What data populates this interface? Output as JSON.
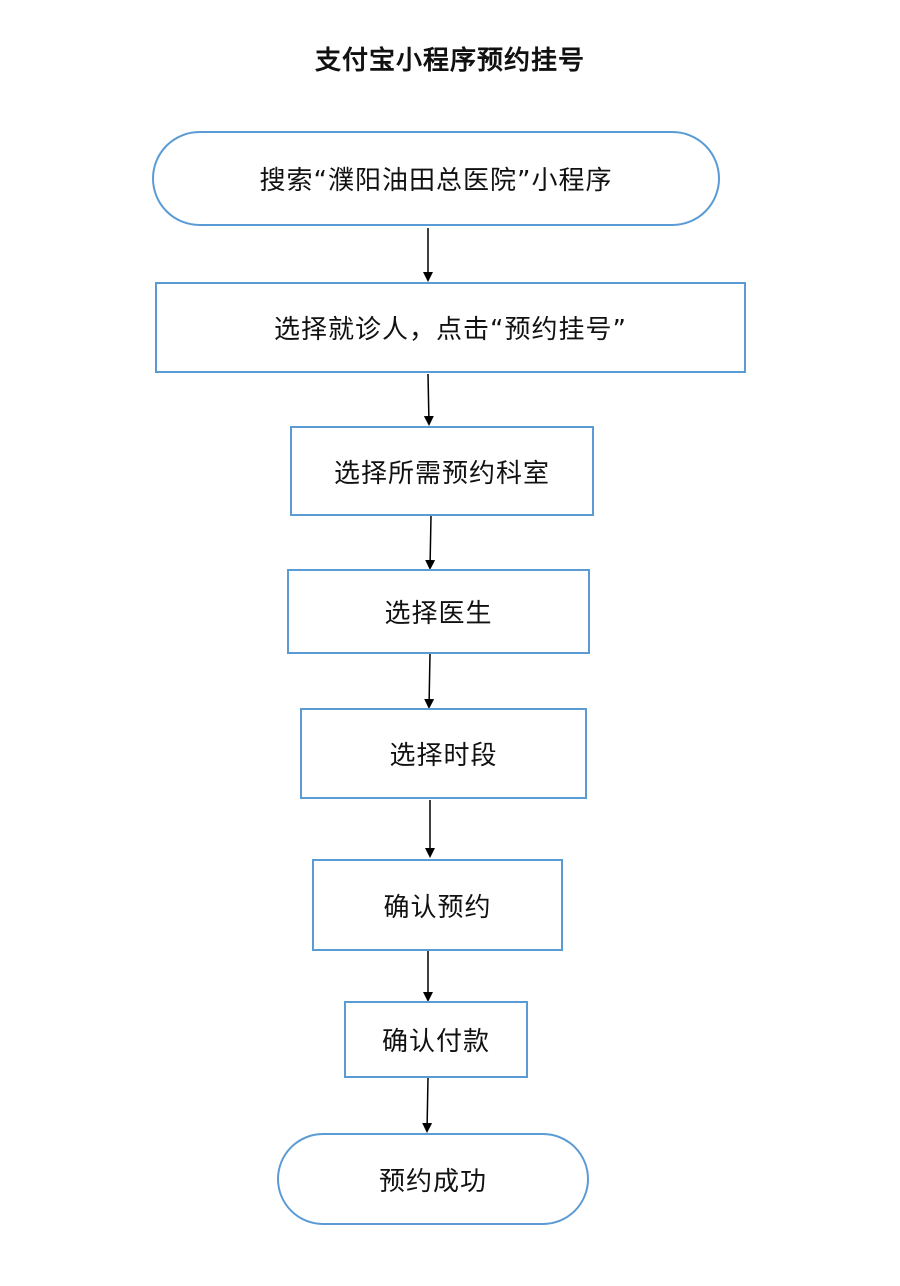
{
  "title": "支付宝小程序预约挂号",
  "colors": {
    "node_border": "#5b9bd5",
    "arrow": "#000000",
    "text": "#111111",
    "background": "#ffffff"
  },
  "steps": [
    {
      "label": "搜索“濮阳油田总医院”小程序",
      "shape": "terminal"
    },
    {
      "label": "选择就诊人，点击“预约挂号”",
      "shape": "process"
    },
    {
      "label": "选择所需预约科室",
      "shape": "process"
    },
    {
      "label": "选择医生",
      "shape": "process"
    },
    {
      "label": "选择时段",
      "shape": "process"
    },
    {
      "label": "确认预约",
      "shape": "process"
    },
    {
      "label": "确认付款",
      "shape": "process"
    },
    {
      "label": "预约成功",
      "shape": "terminal"
    }
  ]
}
